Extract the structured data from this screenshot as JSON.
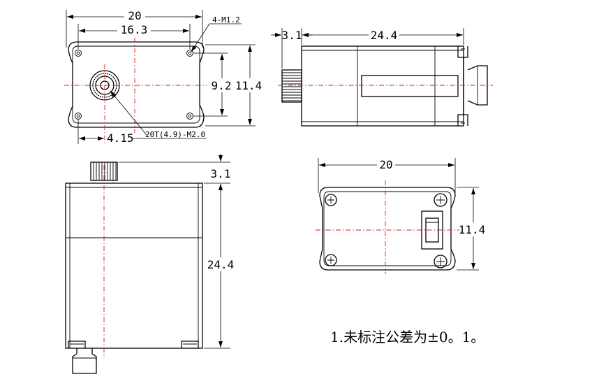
{
  "top_view": {
    "width": "20",
    "hole_spacing": "16.3",
    "hole_callout": "4-M1.2",
    "hole_vertical": "9.2",
    "height": "11.4",
    "shaft_offset": "4.15",
    "spline_callout": "20T(4.9)-M2.0"
  },
  "side_view": {
    "spline_length": "3.1",
    "body_length": "24.4"
  },
  "front_view": {
    "spline_length": "3.1",
    "body_length": "24.4"
  },
  "bottom_view": {
    "width": "20",
    "height": "11.4"
  },
  "note": "1.未标注公差为±0。1。"
}
